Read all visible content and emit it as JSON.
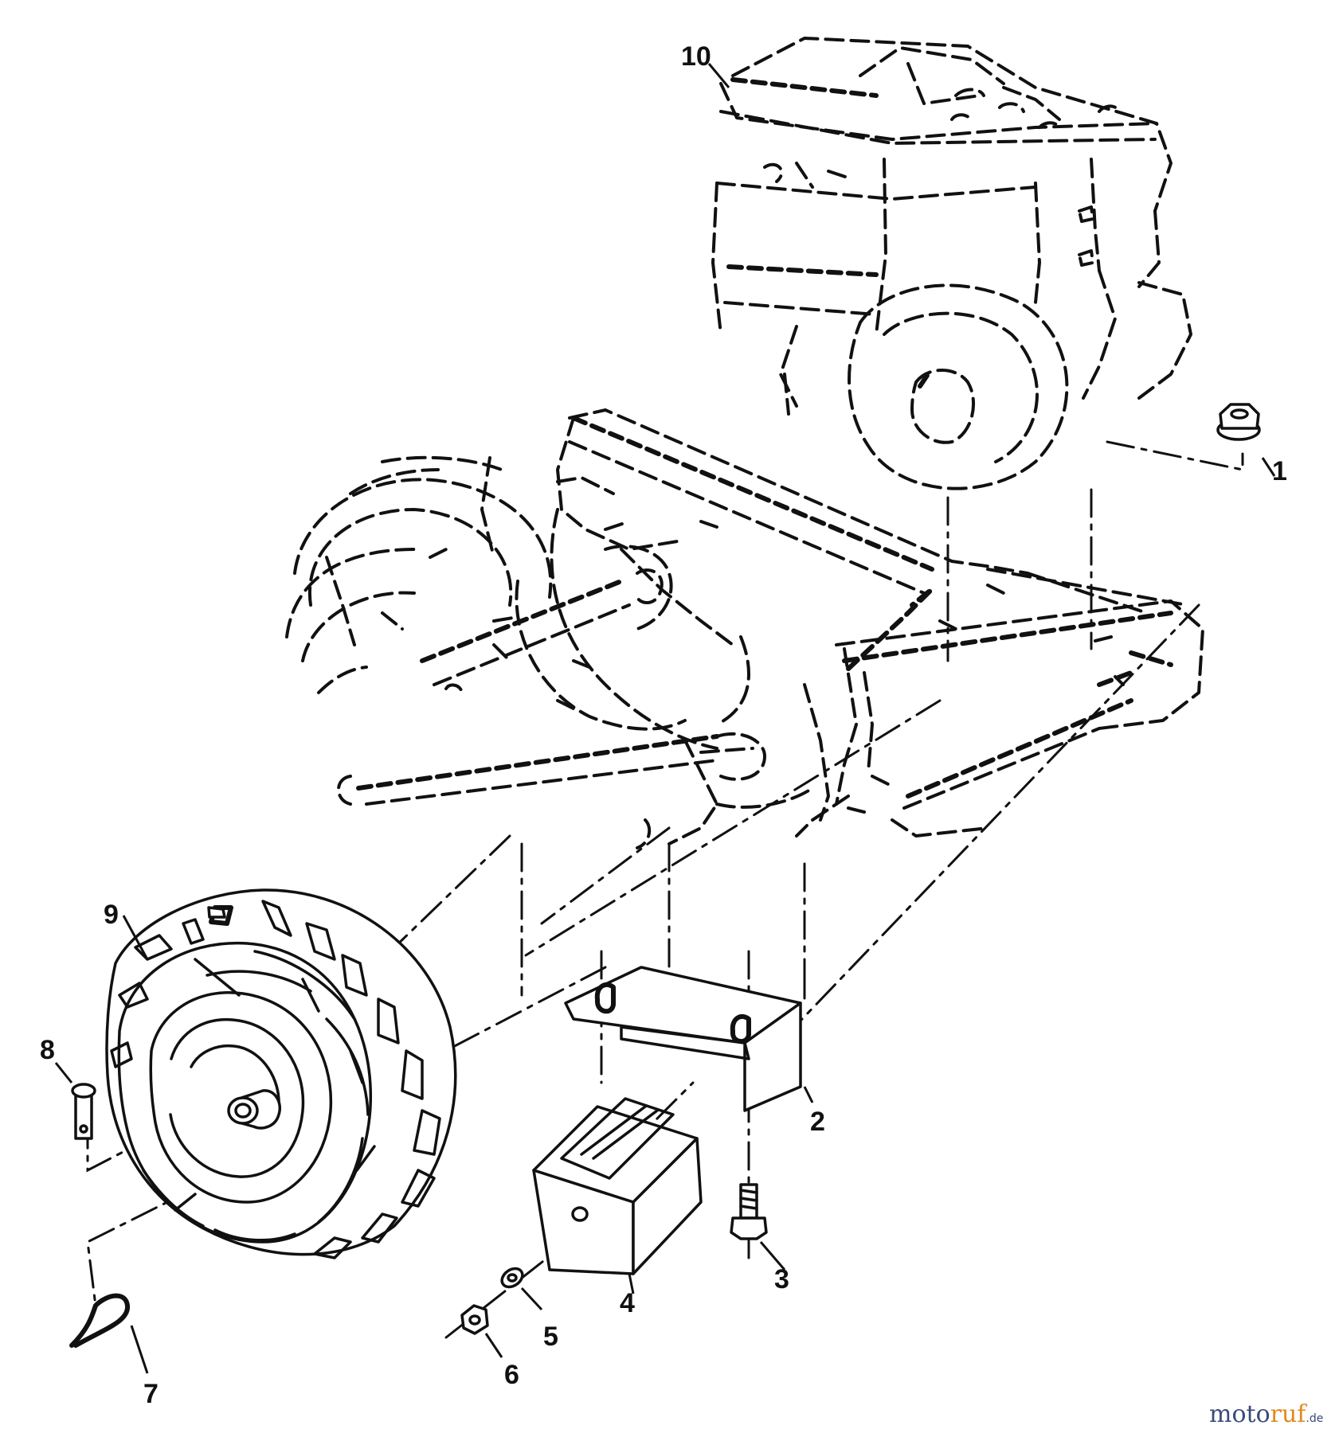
{
  "callouts": {
    "c1": "1",
    "c2": "2",
    "c3": "3",
    "c4": "4",
    "c5": "5",
    "c6": "6",
    "c7": "7",
    "c8": "8",
    "c9": "9",
    "c10": "10"
  },
  "watermark": {
    "part1": "moto",
    "part2": "ruf",
    "suffix": ".de"
  }
}
